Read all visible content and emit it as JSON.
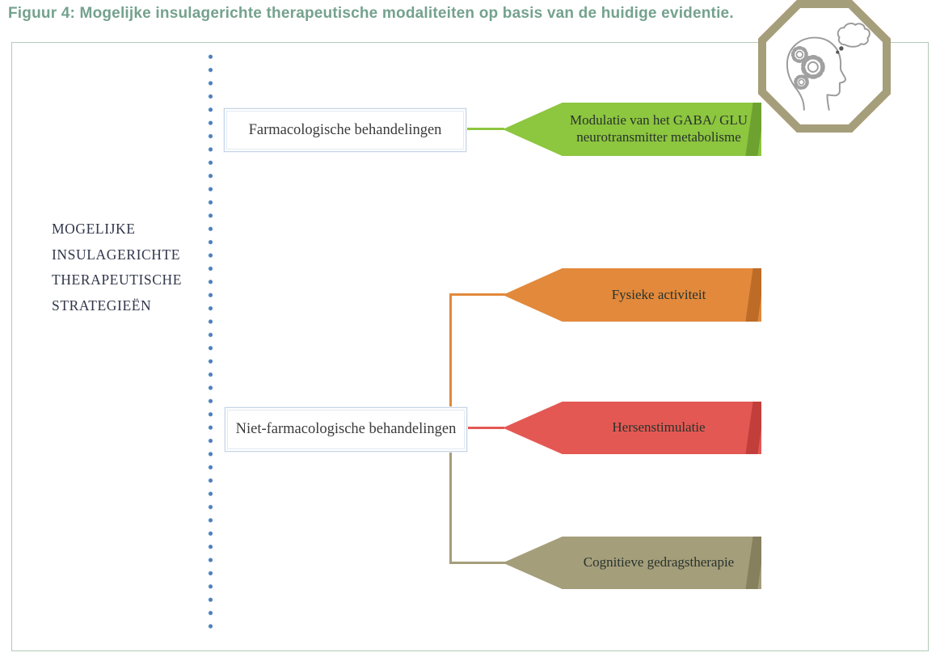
{
  "figure_title": "Figuur 4: Mogelijke insulagerichte therapeutische modaliteiten op basis van de huidige evidentie.",
  "root": {
    "label_lines": [
      "MOGELIJKE",
      "INSULAGERICHTE",
      "THERAPEUTISCHE",
      "STRATEGIEËN"
    ]
  },
  "branches": [
    {
      "label": "Farmacologische behandelingen"
    },
    {
      "label": "Niet-farmacologische behandelingen"
    }
  ],
  "outcomes": [
    {
      "label": "Modulatie van het GABA/ GLU neurotransmitter metabolisme",
      "icon": "brain-medication-icon",
      "color": "#8dc63f",
      "color_dark": "#6ea230"
    },
    {
      "label": "Fysieke activiteit",
      "icon": "physical-activity-icon",
      "color": "#e2893c",
      "color_dark": "#bd6b26"
    },
    {
      "label": "Hersenstimulatie",
      "icon": "brain-magnet-icon",
      "color": "#e45853",
      "color_dark": "#c23e3b"
    },
    {
      "label": "Cognitieve gedragstherapie",
      "icon": "thought-gears-icon",
      "color": "#a59e7b",
      "color_dark": "#86805e"
    }
  ],
  "colors": {
    "title_text": "#74a28d",
    "frame_border": "#b3c9b8",
    "dotted_line": "#4d80be",
    "box_border": "#c6d5e8",
    "icon_outline": "#9b9b9b",
    "icon_accent": "#3d5a64"
  }
}
